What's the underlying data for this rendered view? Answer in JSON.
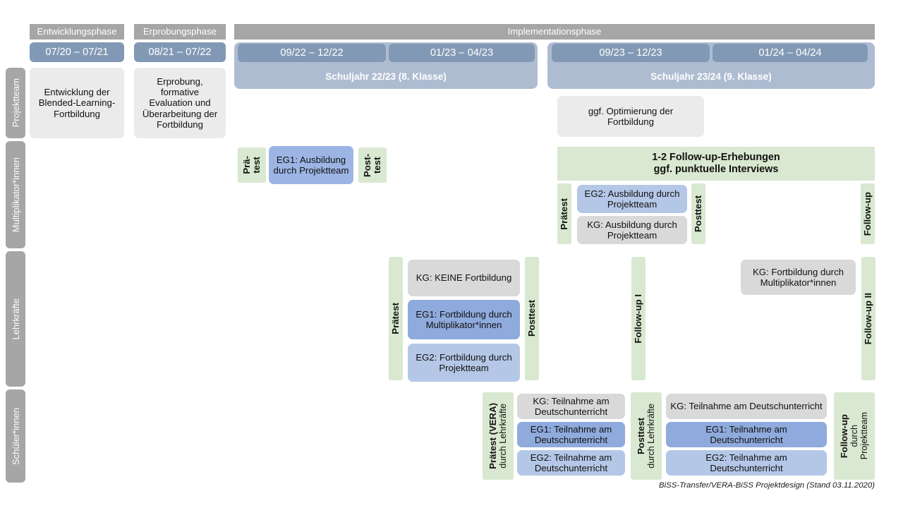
{
  "title": "BiSS-Transfer/VERA-BiSS Projektdesign",
  "colors": {
    "phase_header": "#a6a6a6",
    "period_pill": "#8299b5",
    "schoolyear_band": "#aebcd2",
    "box_grey_light": "#ebebeb",
    "box_grey": "#d9d9d9",
    "box_blue_dark": "#8faadc",
    "box_blue_medium": "#9cb5e4",
    "box_blue_light": "#b4c7e7",
    "test_green": "#d9e8d0"
  },
  "phases": [
    {
      "label": "Entwicklungsphase"
    },
    {
      "label": "Erprobungsphase"
    },
    {
      "label": "Implementationsphase"
    }
  ],
  "periods": [
    {
      "label": "07/20 – 07/21"
    },
    {
      "label": "08/21 – 07/22"
    },
    {
      "label": "09/22 – 12/22"
    },
    {
      "label": "01/23 – 04/23"
    },
    {
      "label": "09/23 – 12/23"
    },
    {
      "label": "01/24 – 04/24"
    }
  ],
  "schoolyears": [
    {
      "label": "Schuljahr 22/23 (8. Klasse)"
    },
    {
      "label": "Schuljahr 23/24 (9. Klasse)"
    }
  ],
  "rows": [
    {
      "label": "Projektteam"
    },
    {
      "label": "Multiplikator*innen"
    },
    {
      "label": "Lehrkräfte"
    },
    {
      "label": "Schüler*innen"
    }
  ],
  "projektteam": {
    "entwicklung": "Entwicklung der Blended-Learning-Fortbildung",
    "erprobung": "Erprobung, formative Evaluation und Überarbeitung der Fortbildung",
    "optimierung": "ggf. Optimierung der Fortbildung"
  },
  "multiplikator": {
    "praetest_1": "Prä-\ntest",
    "posttest_1": "Post-\ntest",
    "eg1": "EG1: Ausbildung durch Projektteam",
    "followup_band": "1-2 Follow-up-Erhebungen\nggf. punktuelle Interviews",
    "praetest_2": "Prätest",
    "posttest_2": "Posttest",
    "eg2": "EG2:  Ausbildung durch Projektteam",
    "kg": "KG: Ausbildung durch Projektteam",
    "followup": "Follow-up"
  },
  "lehrkraefte": {
    "praetest": "Prätest",
    "posttest": "Posttest",
    "kg_keine": "KG:  KEINE Fortbildung",
    "eg1": "EG1: Fortbildung durch Multiplikator*innen",
    "eg2": "EG2: Fortbildung durch Projektteam",
    "followup_1": "Follow-up I",
    "followup_2": "Follow-up II",
    "kg_fortbildung": "KG: Fortbildung durch Multiplikator*innen"
  },
  "schueler": {
    "praetest_label": "Prätest (VERA)",
    "praetest_sub": "durch Lehrkräfte",
    "posttest_label": "Posttest",
    "posttest_sub": "durch Lehrkräfte",
    "followup_label": "Follow-up",
    "followup_sub_1": "durch",
    "followup_sub_2": "Projektteam",
    "block_a": {
      "kg": "KG: Teilnahme am Deutschunterricht",
      "eg1": "EG1: Teilnahme am Deutschunterricht",
      "eg2": "EG2: Teilnahme am Deutschunterricht"
    },
    "block_b": {
      "kg": "KG: Teilnahme am Deutschunterricht",
      "eg1": "EG1: Teilnahme am Deutschunterricht",
      "eg2": "EG2: Teilnahme am Deutschunterricht"
    }
  },
  "footer": "BiSS-Transfer/VERA-BiSS Projektdesign (Stand 03.11.2020)"
}
